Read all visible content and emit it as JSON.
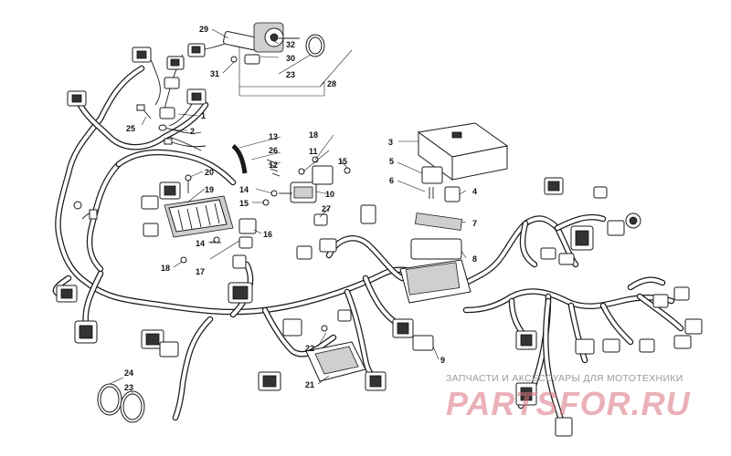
{
  "callouts": [
    {
      "id": "c1",
      "text": "1"
    },
    {
      "id": "c2",
      "text": "2"
    },
    {
      "id": "c3",
      "text": "3"
    },
    {
      "id": "c4",
      "text": "4"
    },
    {
      "id": "c5",
      "text": "5"
    },
    {
      "id": "c6",
      "text": "6"
    },
    {
      "id": "c7",
      "text": "7"
    },
    {
      "id": "c8",
      "text": "8"
    },
    {
      "id": "c9",
      "text": "9"
    },
    {
      "id": "c10",
      "text": "10"
    },
    {
      "id": "c11",
      "text": "11"
    },
    {
      "id": "c12",
      "text": "12"
    },
    {
      "id": "c13",
      "text": "13"
    },
    {
      "id": "c14a",
      "text": "14"
    },
    {
      "id": "c14b",
      "text": "14"
    },
    {
      "id": "c15a",
      "text": "15"
    },
    {
      "id": "c15b",
      "text": "15"
    },
    {
      "id": "c16",
      "text": "16"
    },
    {
      "id": "c17",
      "text": "17"
    },
    {
      "id": "c18a",
      "text": "18"
    },
    {
      "id": "c18b",
      "text": "18"
    },
    {
      "id": "c19",
      "text": "19"
    },
    {
      "id": "c20",
      "text": "20"
    },
    {
      "id": "c21",
      "text": "21"
    },
    {
      "id": "c22",
      "text": "22"
    },
    {
      "id": "c23a",
      "text": "23"
    },
    {
      "id": "c23b",
      "text": "23"
    },
    {
      "id": "c24",
      "text": "24"
    },
    {
      "id": "c25",
      "text": "25"
    },
    {
      "id": "c26",
      "text": "26"
    },
    {
      "id": "c27",
      "text": "27"
    },
    {
      "id": "c28",
      "text": "28"
    },
    {
      "id": "c29",
      "text": "29"
    },
    {
      "id": "c30",
      "text": "30"
    },
    {
      "id": "c31",
      "text": "31"
    },
    {
      "id": "c32",
      "text": "32"
    }
  ],
  "watermark": {
    "caption": "ЗАПЧАСТИ И АКСЕССУАРЫ ДЛЯ МОТОТЕХНИКИ",
    "brand": "PARTSFOR.RU"
  },
  "colors": {
    "line": "#1a1a1a",
    "watermark_brand": "#d9737f",
    "watermark_caption": "#9b9b9b"
  }
}
